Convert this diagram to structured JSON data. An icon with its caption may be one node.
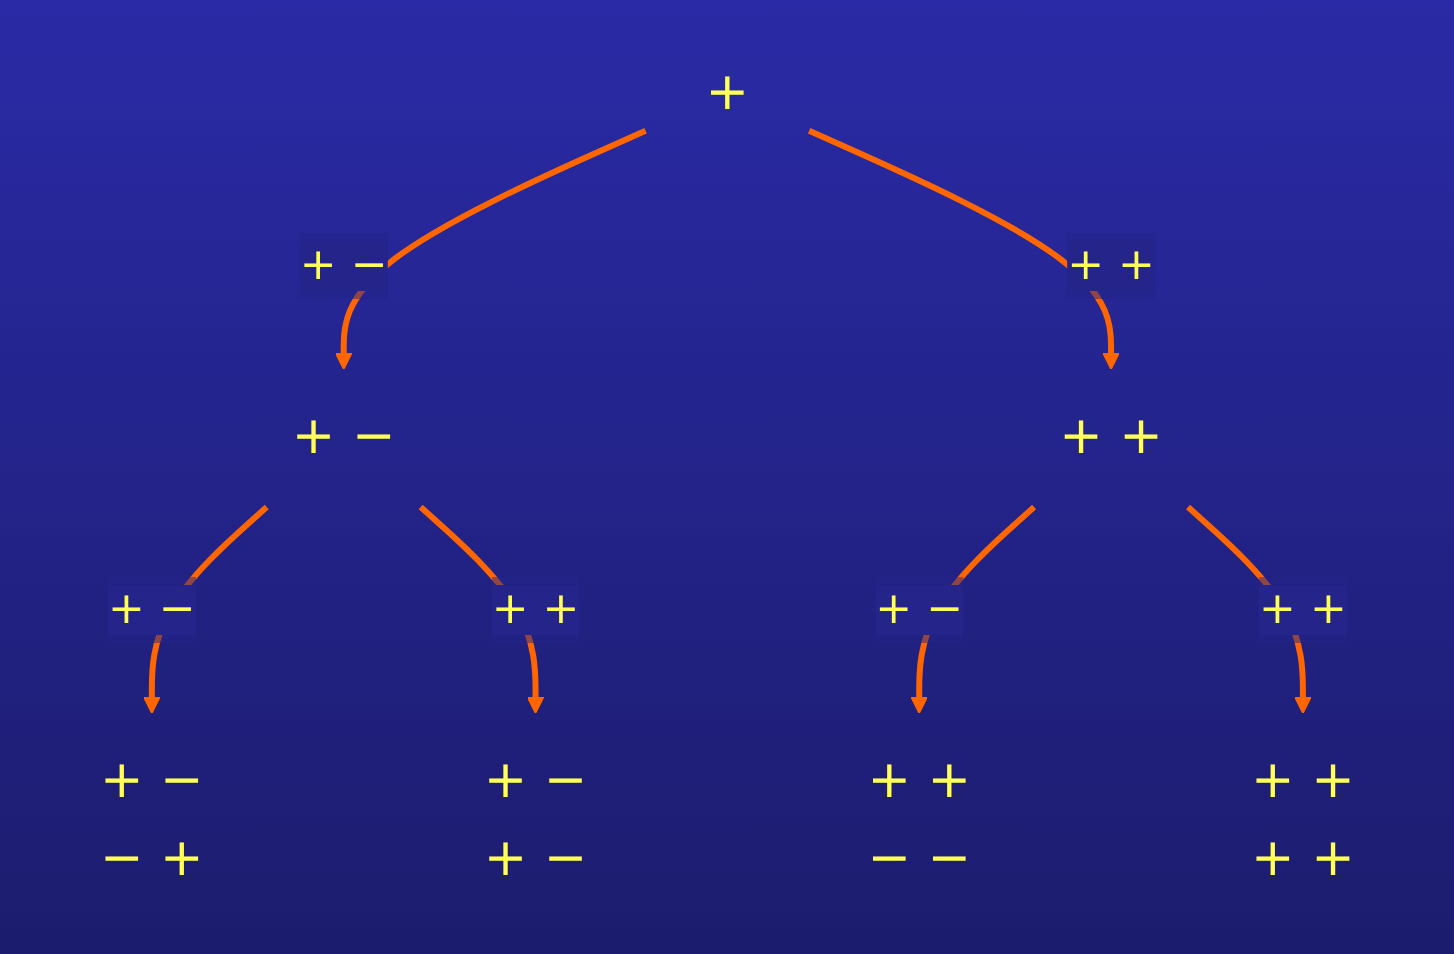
{
  "diagram": {
    "nodes": [
      {
        "text": [
          "+"
        ]
      },
      {
        "text": [
          "+ −"
        ]
      },
      {
        "text": [
          "+ +"
        ]
      },
      {
        "text": [
          "+ −",
          "− +"
        ]
      },
      {
        "text": [
          "+ −",
          "+ −"
        ]
      },
      {
        "text": [
          "+ +",
          "− −"
        ]
      },
      {
        "text": [
          "+ +",
          "+ +"
        ]
      }
    ],
    "edges": [
      {
        "from": 0,
        "to": 1,
        "arrow": "to",
        "label": "+ −"
      },
      {
        "from": 0,
        "to": 2,
        "arrow": "to",
        "label": "+ +"
      },
      {
        "from": 1,
        "to": 3,
        "arrow": "to",
        "label": "+ −"
      },
      {
        "from": 1,
        "to": 4,
        "arrow": "to",
        "label": "+ +"
      },
      {
        "from": 2,
        "to": 5,
        "arrow": "to",
        "label": "+ −"
      },
      {
        "from": 2,
        "to": 6,
        "arrow": "to",
        "label": "+ +"
      }
    ]
  }
}
